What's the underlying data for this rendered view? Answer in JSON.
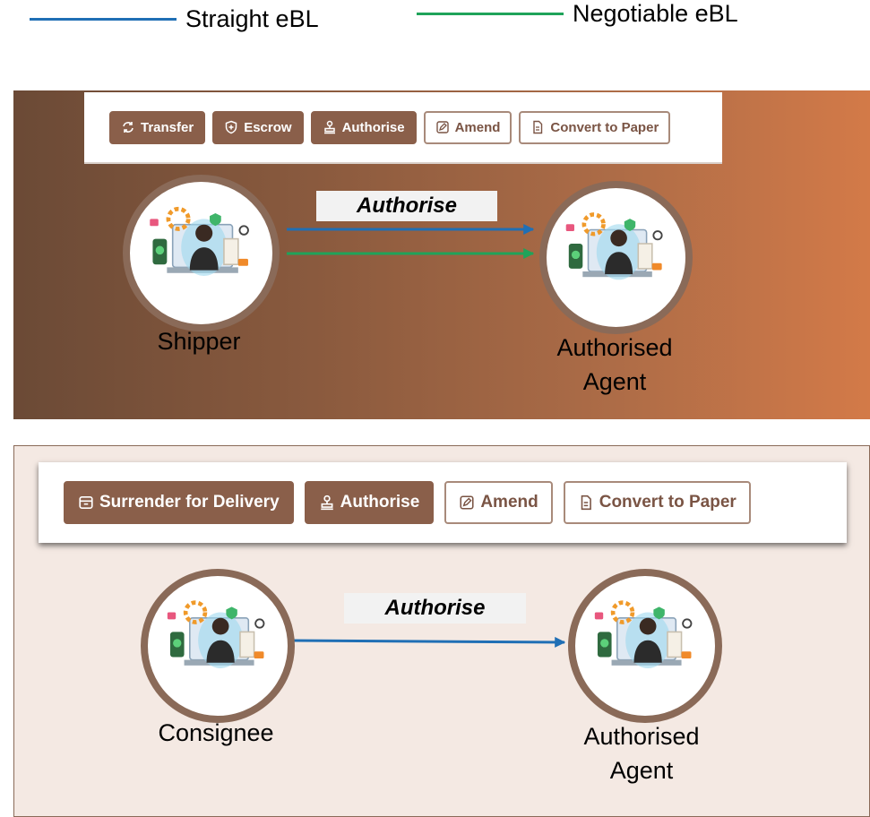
{
  "legend": [
    {
      "label": "Straight eBL",
      "color": "#1f6fb5"
    },
    {
      "label": "Negotiable eBL",
      "color": "#1fa35a"
    }
  ],
  "top_panel": {
    "toolbar": {
      "transfer_label": "Transfer",
      "escrow_label": "Escrow",
      "authorise_label": "Authorise",
      "amend_label": "Amend",
      "convert_label": "Convert to Paper"
    },
    "action_label": "Authorise",
    "from_label": "Shipper",
    "to_label_line1": "Authorised",
    "to_label_line2": "Agent",
    "arrows": [
      "Straight eBL",
      "Negotiable eBL"
    ]
  },
  "bottom_panel": {
    "toolbar": {
      "surrender_label": "Surrender for Delivery",
      "authorise_label": "Authorise",
      "amend_label": "Amend",
      "convert_label": "Convert to Paper"
    },
    "action_label": "Authorise",
    "from_label": "Consignee",
    "to_label_line1": "Authorised",
    "to_label_line2": "Agent",
    "arrows": [
      "Straight eBL"
    ]
  },
  "colors": {
    "straight": "#1f6fb5",
    "negotiable": "#1fa35a",
    "button_fill": "#8a5f4a",
    "node_ring": "#8a6a58"
  }
}
